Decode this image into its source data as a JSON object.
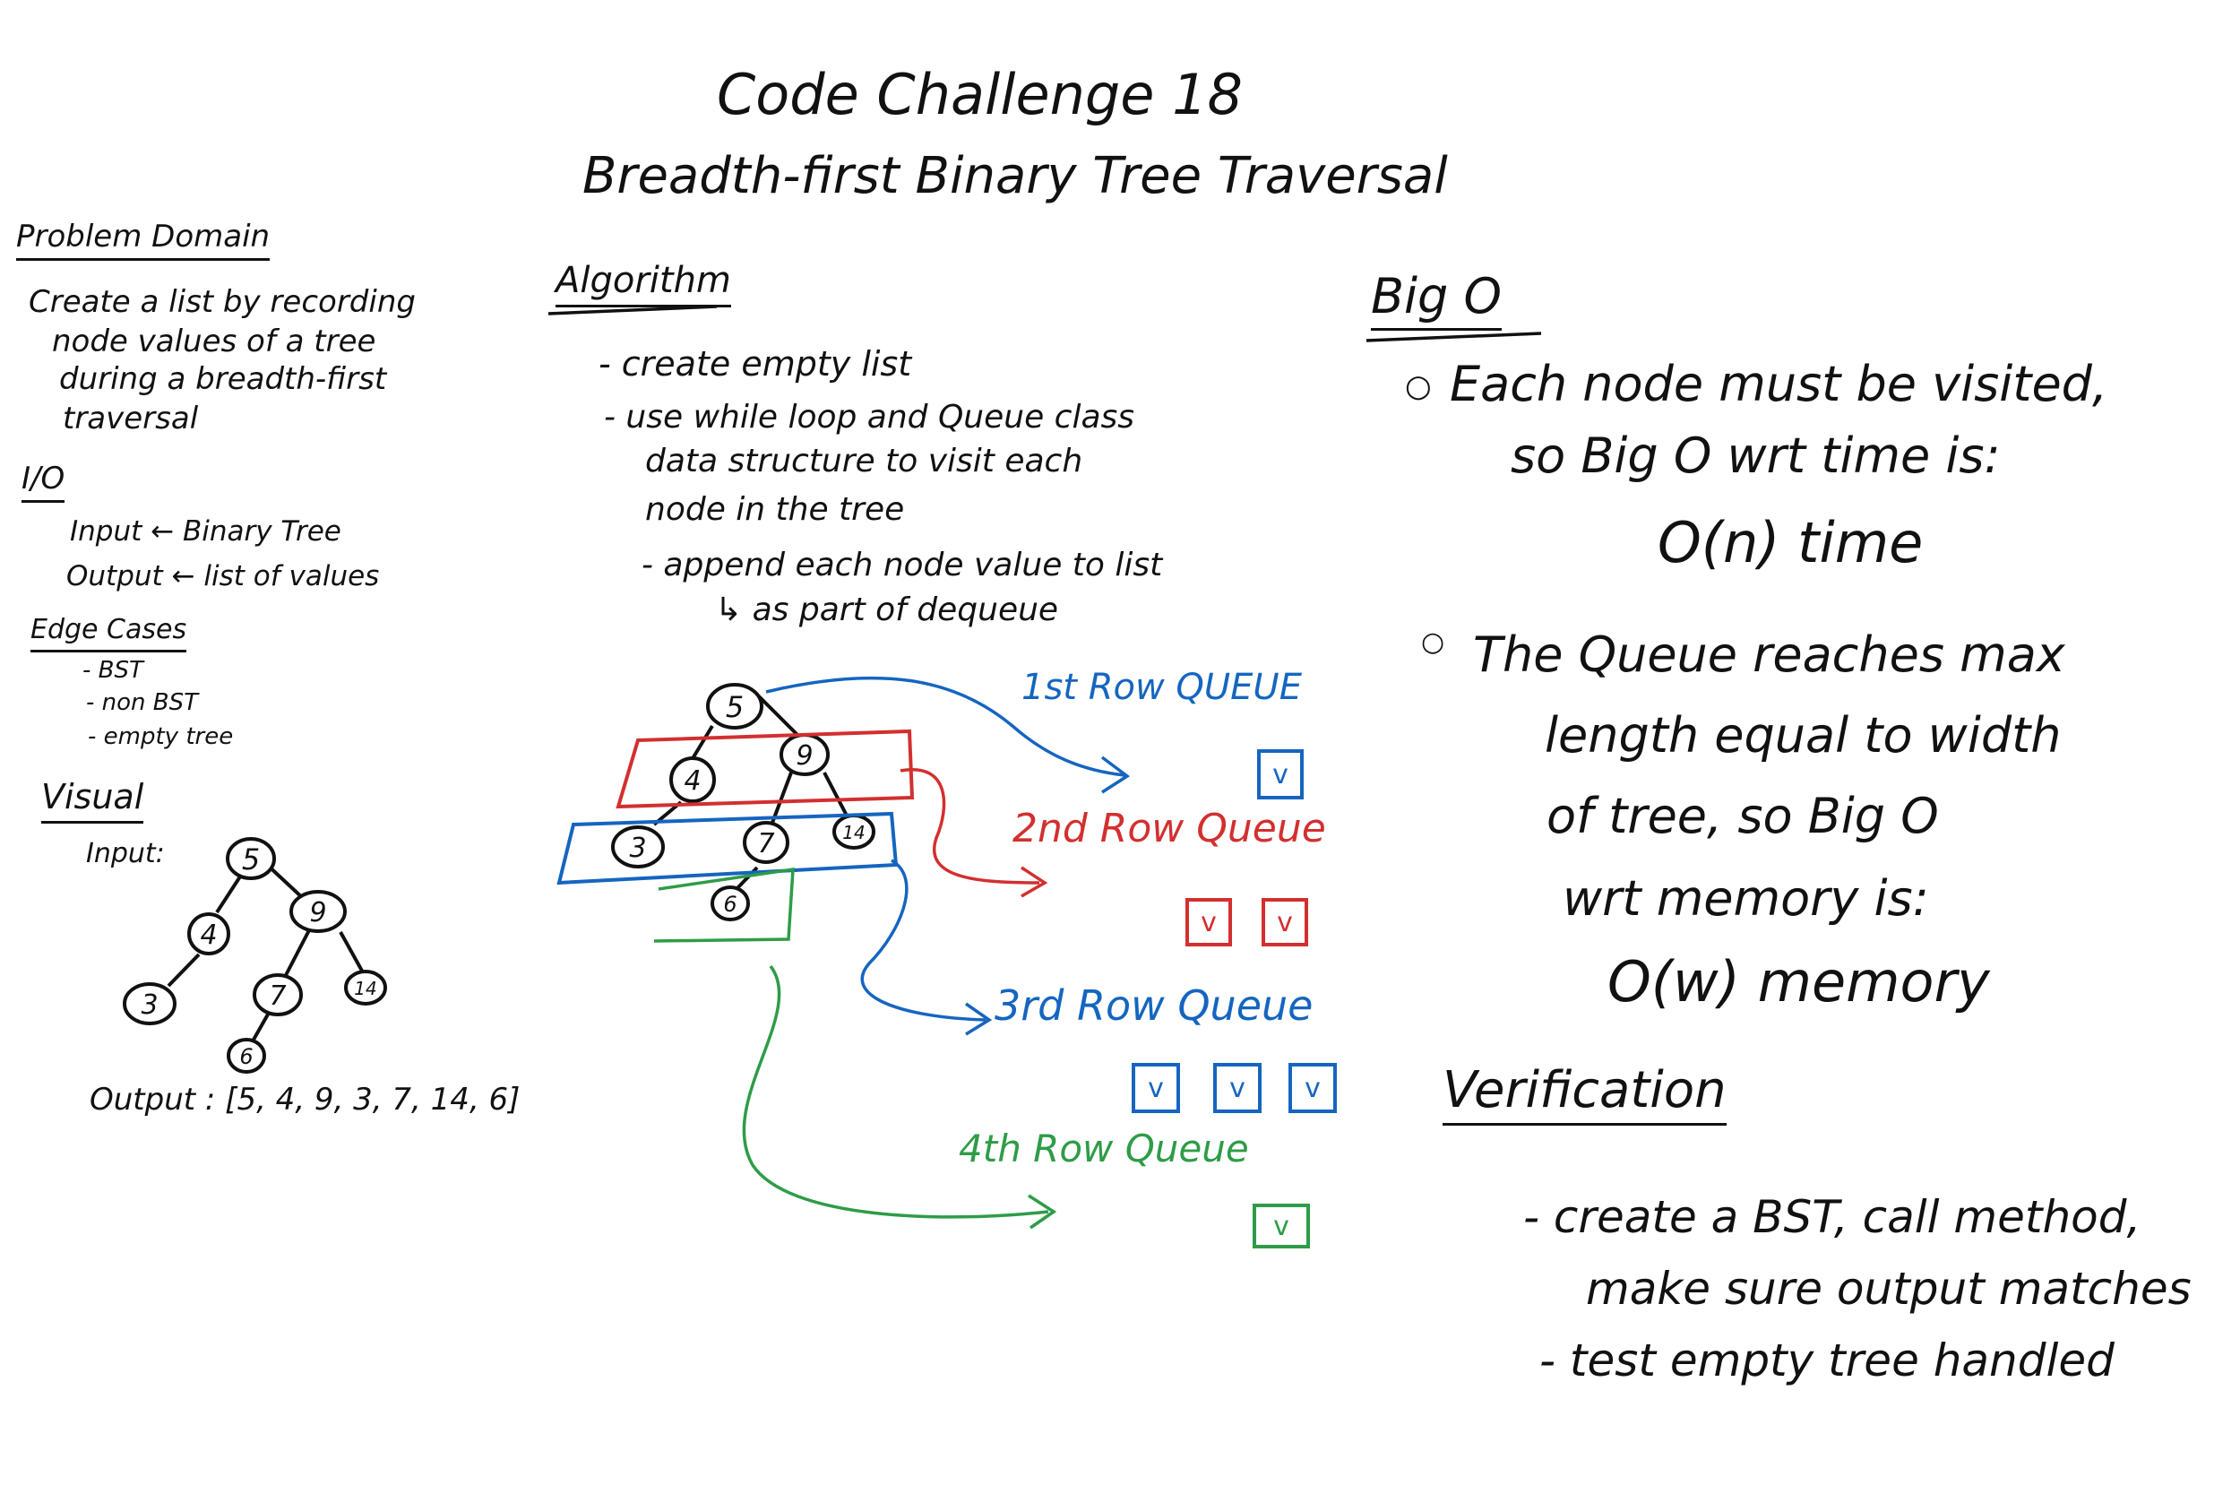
{
  "title": {
    "line1": "Code Challenge 18",
    "line2": "Breadth-first Binary Tree Traversal"
  },
  "problem_domain": {
    "heading": "Problem Domain",
    "lines": [
      "Create a list by recording",
      "node values of a tree",
      "during a breadth-first",
      "traversal"
    ]
  },
  "io": {
    "heading": "I/O",
    "input": "Input ← Binary Tree",
    "output": "Output ← list of values"
  },
  "edge_cases": {
    "heading": "Edge Cases",
    "items": [
      "- BST",
      "- non BST",
      "- empty tree"
    ]
  },
  "visual": {
    "heading": "Visual",
    "input_label": "Input:",
    "output_text": "Output : [5, 4, 9, 3, 7, 14, 6]"
  },
  "algorithm": {
    "heading": "Algorithm",
    "steps": [
      "- create empty list",
      "- use while loop and Queue class",
      "data structure to visit each",
      "node in the tree",
      "- append each node value to list",
      "↳ as part of dequeue"
    ]
  },
  "tree_nodes": {
    "n5": "5",
    "n4": "4",
    "n9": "9",
    "n3": "3",
    "n7": "7",
    "n14": "14",
    "n6": "6"
  },
  "queues": {
    "row1": {
      "label": "1st Row QUEUE",
      "color": "#1565c0",
      "count": 1
    },
    "row2": {
      "label": "2nd Row Queue",
      "color": "#d32f2f",
      "count": 2
    },
    "row3": {
      "label": "3rd Row Queue",
      "color": "#1565c0",
      "count": 3
    },
    "row4": {
      "label": "4th Row Queue",
      "color": "#2e9c48",
      "count": 1
    },
    "slot_glyph": "v"
  },
  "big_o": {
    "heading": "Big O",
    "point1": [
      "Each node must be visited,",
      "so Big O wrt time is:",
      "O(n) time"
    ],
    "point2": [
      "The Queue reaches max",
      "length equal to width",
      "of tree, so Big O",
      "wrt memory is:",
      "O(w) memory"
    ]
  },
  "verification": {
    "heading": "Verification",
    "lines": [
      "- create a BST, call method,",
      "make sure output matches",
      "- test empty tree handled"
    ]
  }
}
